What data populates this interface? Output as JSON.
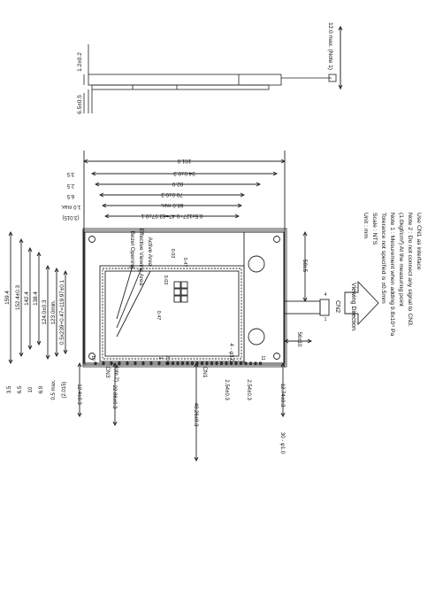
{
  "side_view": {
    "dim_thickness_max": "12.0 max. (Note 1)",
    "dim_panel": "1.2±0.2",
    "dim_bezel": "6.5±0.5"
  },
  "top_dims": {
    "d101": "101.0",
    "d94": "94.0±0.3",
    "d82": "82.0",
    "d70": "70.0±0.3",
    "d68": "68.0 min.",
    "d_pixels": "0.5x127+0.47=63.97±0.1",
    "off_3_5": "3.5",
    "off_2_5": "2.5",
    "off_6_5": "6.5",
    "off_1_0": "1.0 max.",
    "off_3015": "(3.015)"
  },
  "left_dims": {
    "d159": "159.4",
    "d152": "152.4±0.3",
    "d142": "142.4",
    "d138": "138.4",
    "d124": "124.0±0.3",
    "d123": "123.0min.",
    "d_pixels": "0.5x239+0.47=119.97±0.1"
  },
  "bottom_left_dims": {
    "d3_5": "3.5",
    "d6_5": "6.5",
    "d10": "10",
    "d6_9": "6.9",
    "d0_5": "0.5 max.",
    "d2015": "(2.015)"
  },
  "bottom_dims": {
    "d12a": "12.4±0.3",
    "d22": "22.86±0.3",
    "d48": "48.26±0.3",
    "d12b": "12.74±0.3",
    "d254a": "2.54±0.3",
    "d254b": "2.54±0.3",
    "d30": "30 - φ1.0",
    "hole": "4 - φ3.0"
  },
  "connectors": {
    "cn3": "CN3",
    "cn3_note": "(Note 2)",
    "cn1": "CN1",
    "cn2": "CN2",
    "pin10": "10",
    "pin1": "1",
    "pin20": "20",
    "pin11": "11",
    "cn2_pin4": "4",
    "cn2_pin1": "1"
  },
  "right_dims": {
    "d58": "58±5",
    "d56": "56±10"
  },
  "callouts": {
    "bezel": "Bezel Opening",
    "eva": "Effective Viewing Area",
    "aa": "Active Area"
  },
  "pixel_detail": {
    "p003a": "0.03",
    "p047a": "0.47",
    "p003b": "0.03",
    "p047b": "0.47"
  },
  "viewing_direction": "Viewing  Direction",
  "notes": [
    "Unit : mm",
    "Scale : NTS",
    "Tolerance not specified is ±0.5mm",
    "Note 1 : Mesurement when adding 9.8x10⁴ Pa",
    "(1.0kgf/cm²) At the measuring point",
    "Note 2 : Do not connect any signal to CN3.",
    "Use CN1 as interface"
  ]
}
